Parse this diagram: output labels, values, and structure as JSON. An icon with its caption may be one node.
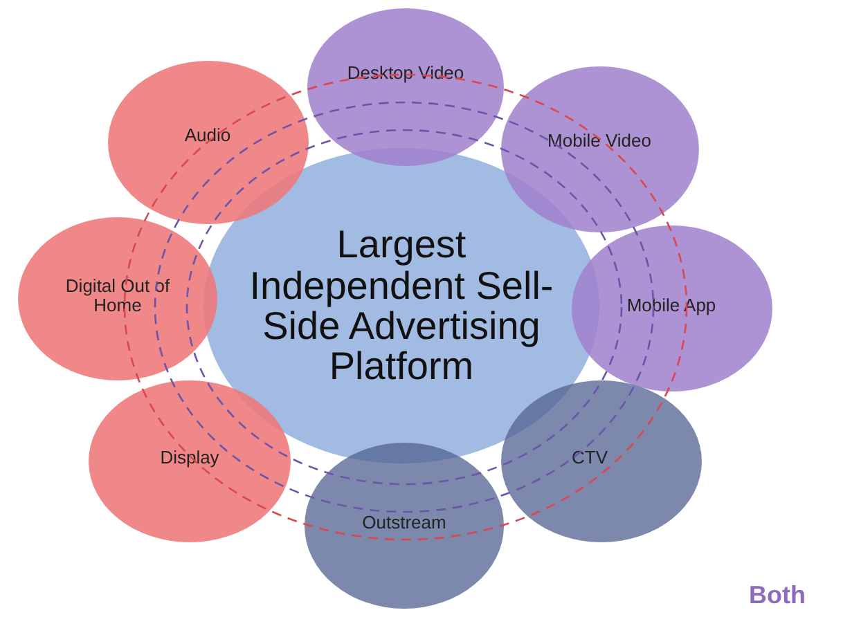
{
  "diagram": {
    "nodes": [
      {
        "text": [
          "Largest Independent Sell-Side Advertising Platform"
        ]
      },
      {
        "text": [
          "Desktop Video"
        ]
      },
      {
        "text": [
          "Audio"
        ]
      },
      {
        "text": [
          "Mobile Video"
        ]
      },
      {
        "text": [
          "Digital Out of Home"
        ]
      },
      {
        "text": [
          "Mobile App"
        ]
      },
      {
        "text": [
          "Display"
        ]
      },
      {
        "text": [
          "CTV"
        ]
      },
      {
        "text": [
          "Outstream"
        ]
      }
    ],
    "legend": [
      {
        "text": "Both",
        "color": "#8e6bbd"
      }
    ]
  }
}
